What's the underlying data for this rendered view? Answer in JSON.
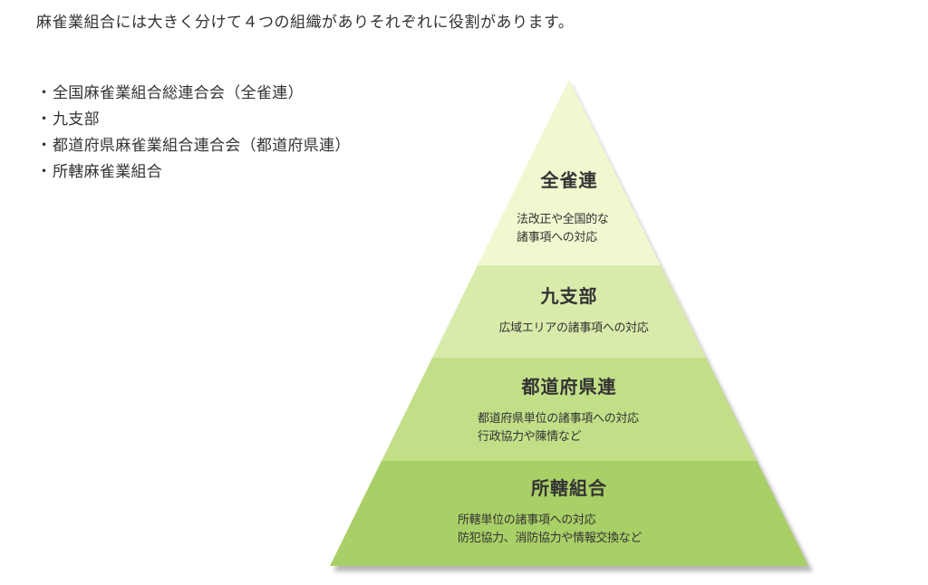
{
  "intro": {
    "text": "麻雀業組合には大きく分けて４つの組織がありそれぞれに役割があります。"
  },
  "org_list": {
    "bullet": "・",
    "items": [
      "全国麻雀業組合総連合会（全雀連）",
      "九支部",
      "都道府県麻雀業組合連合会（都道府県連）",
      "所轄麻雀業組合"
    ]
  },
  "pyramid": {
    "colors": {
      "tier1": "#eff8cf",
      "tier2": "#d9ebab",
      "tier3": "#c2df88",
      "tier4": "#a9cf67",
      "shadow": "#a0a0a0"
    },
    "tiers": [
      {
        "title": "全雀連",
        "desc_line1": "法改正や全国的な",
        "desc_line2": "諸事項への対応"
      },
      {
        "title": "九支部",
        "desc_line1": "広域エリアの諸事項への対応"
      },
      {
        "title": "都道府県連",
        "desc_line1": "都道府県単位の諸事項への対応",
        "desc_line2": "行政協力や陳情など"
      },
      {
        "title": "所轄組合",
        "desc_line1": "所轄単位の諸事項への対応",
        "desc_line2": "防犯協力、消防協力や情報交換など"
      }
    ]
  }
}
